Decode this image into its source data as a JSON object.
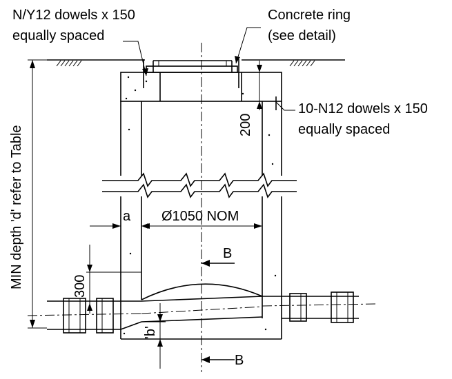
{
  "labels": {
    "dowels_top_line1": "N/Y12 dowels x 150",
    "dowels_top_line2": "equally spaced",
    "concrete_ring_line1": "Concrete ring",
    "concrete_ring_line2": "(see detail)",
    "dowels_side_line1": "10-N12 dowels x 150",
    "dowels_side_line2": "equally spaced",
    "min_depth": "MIN depth 'd' refer to Table",
    "dim_200": "200",
    "dim_a": "a",
    "diameter": "Ø1050 NOM",
    "section_b_top": "B",
    "section_b_bottom": "B",
    "dim_300": "300",
    "dim_b": "'b'"
  }
}
